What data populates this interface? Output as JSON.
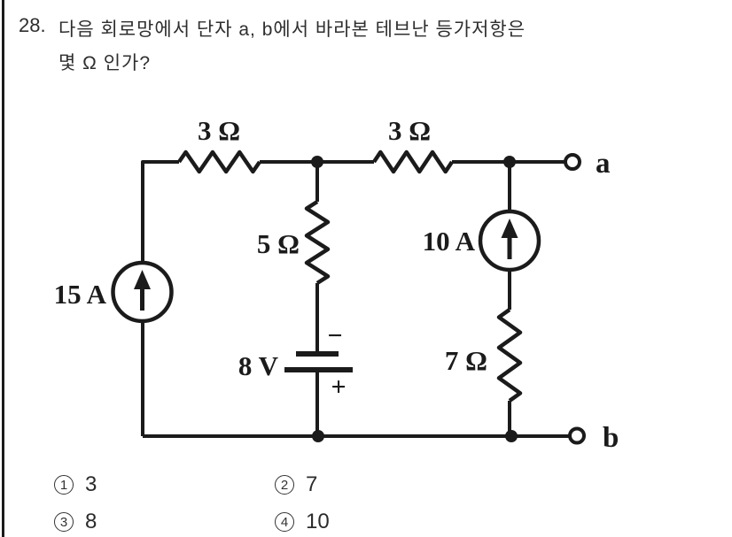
{
  "question": {
    "number": "28.",
    "line1": "다음 회로망에서 단자 a, b에서 바라본 테브난 등가저항은",
    "line2": "몇 Ω 인가?"
  },
  "circuit": {
    "labels": {
      "resistor_top_left": "3 Ω",
      "resistor_top_right": "3 Ω",
      "resistor_middle": "5 Ω",
      "resistor_right": "7 Ω",
      "current_source_left": "15 A",
      "current_source_right": "10 A",
      "voltage_source": "8 V",
      "battery_polarity_top": "−",
      "battery_polarity_bottom": "+",
      "terminal_a": "a",
      "terminal_b": "b"
    }
  },
  "choices": [
    {
      "num": "1",
      "label": "3"
    },
    {
      "num": "2",
      "label": "7"
    },
    {
      "num": "3",
      "label": "8"
    },
    {
      "num": "4",
      "label": "10"
    }
  ],
  "colors": {
    "ink": "#1b1b1b"
  }
}
